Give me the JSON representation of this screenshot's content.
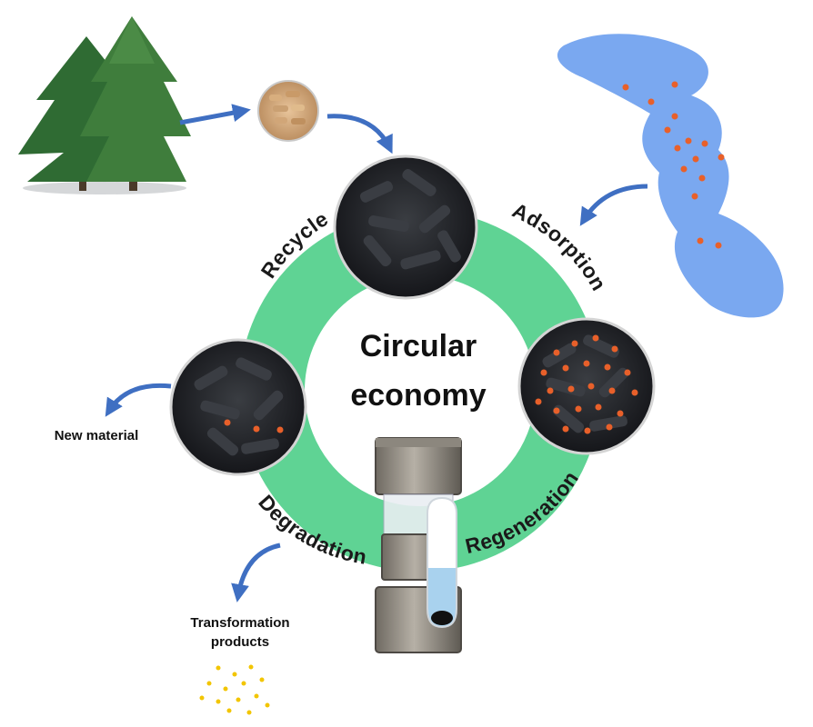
{
  "center": {
    "line1": "Circular",
    "line2": "economy"
  },
  "stages": {
    "recycle": "Recycle",
    "adsorption": "Adsorption",
    "regeneration": "Regeneration",
    "degradation": "Degradation"
  },
  "outputs": {
    "new_material": "New material",
    "transformation_line1": "Transformation",
    "transformation_line2": "products"
  },
  "colors": {
    "ring": "#5fd394",
    "arrow": "#3f6fc2",
    "water": "#7aa8f0",
    "pollutant": "#e8602a",
    "product_dot": "#f2c500",
    "carbon": "#2a2c30"
  }
}
